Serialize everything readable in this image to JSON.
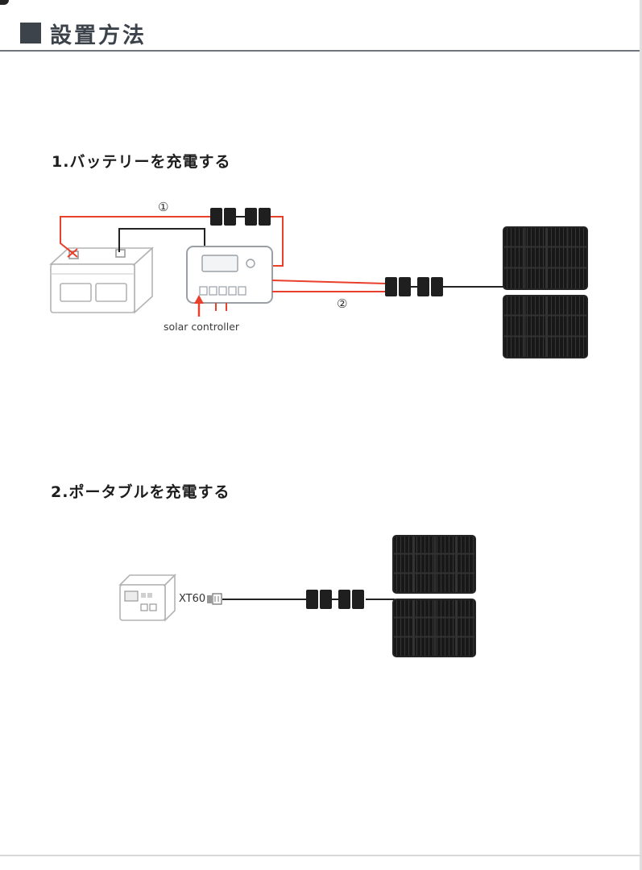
{
  "header": {
    "title": "設置方法"
  },
  "section1": {
    "title": "1.バッテリーを充電する",
    "wire1_label": "①",
    "wire2_label": "②",
    "controller_label": "solar controller"
  },
  "section2": {
    "title": "2.ポータブルを充電する",
    "connector_label": "XT60"
  },
  "colors": {
    "heading": "#3d434b",
    "wire_red": "#e8402a",
    "wire_black": "#222222",
    "panel_dark": "#181818",
    "sketch_gray": "#b3b3b3"
  }
}
